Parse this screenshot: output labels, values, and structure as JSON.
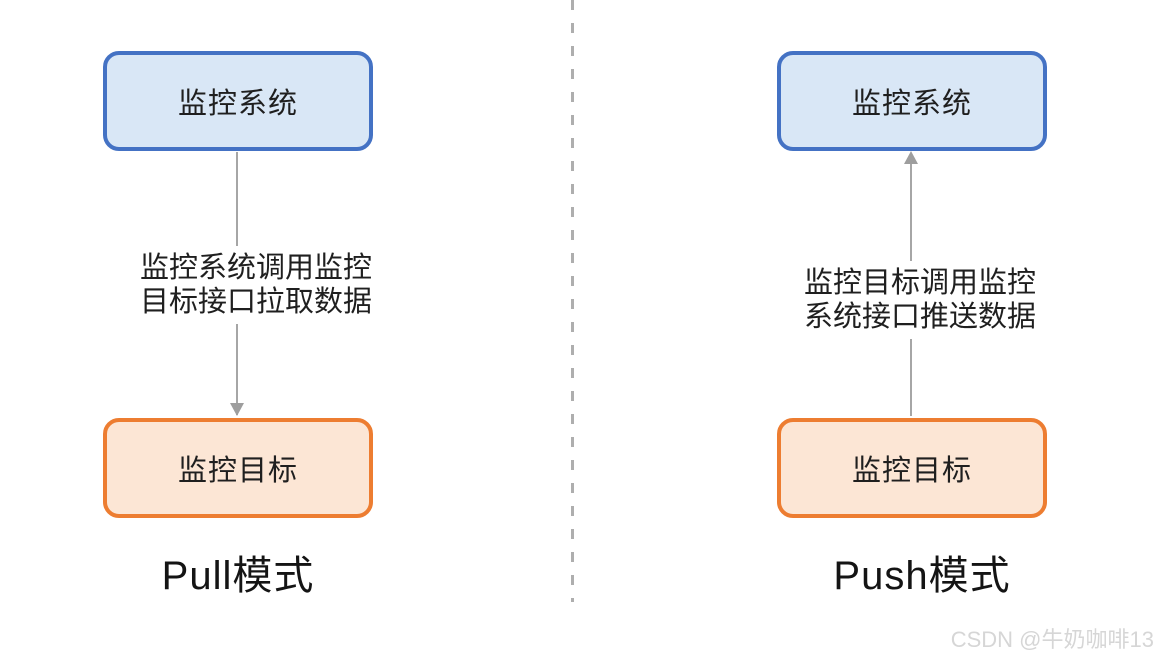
{
  "page": {
    "watermark": "CSDN @牛奶咖啡13"
  },
  "colors": {
    "system_node_border": "#4472c4",
    "system_node_fill": "#d9e7f6",
    "target_node_border": "#ed7d31",
    "target_node_fill": "#fce6d5",
    "arrow": "#a6a6a6",
    "divider": "#aeaeae",
    "text": "#1f1f1f",
    "watermark": "#d6d6d6"
  },
  "pull": {
    "top_box_label": "监控系统",
    "bottom_box_label": "监控目标",
    "arrow_direction": "down",
    "arrow_label_line1": "监控系统调用监控",
    "arrow_label_line2": "目标接口拉取数据",
    "caption": "Pull模式"
  },
  "push": {
    "top_box_label": "监控系统",
    "bottom_box_label": "监控目标",
    "arrow_direction": "up",
    "arrow_label_line1": "监控目标调用监控",
    "arrow_label_line2": "系统接口推送数据",
    "caption": "Push模式"
  }
}
